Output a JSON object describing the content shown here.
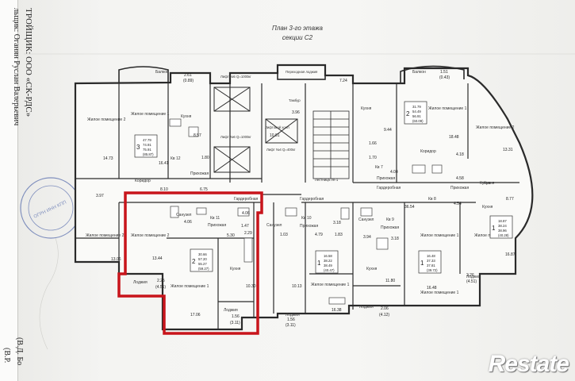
{
  "header": {
    "title_line1": "План 3-го этажа",
    "title_line2": "секции С2"
  },
  "margin_text": {
    "line1": "ТРОЙЩИК: ООО «СК-РДС»",
    "line2": "льщик: Оганян Руслан Валерьевич",
    "line3": "(В.Д. Бо",
    "line4": "(В.Р."
  },
  "watermark": {
    "logo": "Restate"
  },
  "rooms": {
    "r1": "Жилое помещение 2",
    "r2": "Жилое помещение 1",
    "r3": "Кухня",
    "r4": "Балкон",
    "r5": "Лифт №5 Q=1000кг",
    "r6": "Лифт №6 Q=1000кг",
    "r7": "Лифтовой холл",
    "r8": "Лифт №4 Q=400кг",
    "r9": "Тамбур",
    "r10": "Переходная лоджия",
    "r11": "Лестница ЛК-1",
    "r12": "Балкон",
    "r13": "Кухня",
    "r14": "Жилое помещение 1",
    "r15": "Жилое помещение 2",
    "r16": "Коридор",
    "r17": "Кухня",
    "r18": "Кв 12",
    "r19": "Прихожая",
    "r20": "Коридор",
    "r21": "Гардеробная",
    "r22": "Гардеробная",
    "r23": "Кв 7",
    "r24": "Прихожая",
    "r25": "Гардеробная",
    "r26": "Кв 8",
    "r27": "Прихожая",
    "r28": "Кухня",
    "r29": "Жилое помещение 2",
    "r30": "Санузел",
    "r31": "Кв 11",
    "r32": "Прихожая",
    "r33": "Жилое помещение 2",
    "r34": "Лоджия",
    "r35": "Жилое помещение 1",
    "r36": "Кухня",
    "r37": "Лоджия",
    "r38": "Санузел",
    "r39": "Кв 10",
    "r40": "Прихожая",
    "r41": "Жилое помещение 1",
    "r42": "Кухня",
    "r43": "Лоджия",
    "r44": "Санузел",
    "r45": "Кв 9",
    "r46": "Прихожая",
    "r47": "Жилое помещение 1",
    "r48": "Лоджия",
    "r49": "Жилое помещение 1",
    "r50": "Жилое помещение 1",
    "r51": "Лоджия",
    "r52": "Кухня"
  },
  "areas": {
    "a1": "2.61",
    "a2": "(0.89)",
    "a3": "7.24",
    "a4": "1.51",
    "a5": "(0.43)",
    "a6": "14.73",
    "a7": "16.41",
    "a8": "8.57",
    "a9": "1.80",
    "a10": "3.96",
    "a11": "10.01",
    "a12": "9.44",
    "a13": "18.48",
    "a14": "13.31",
    "a15": "1.66",
    "a16": "1.70",
    "a17": "4.04",
    "a18": "3.18",
    "a19": "4.18",
    "a20": "4.58",
    "a21": "8.77",
    "a22": "6.75",
    "a23": "8.10",
    "a24": "3.97",
    "a25": "36.54",
    "a26": "4.54",
    "a27": "4.06",
    "a28": "1.47",
    "a29": "13.06",
    "a30": "13.44",
    "a31": "5.30",
    "a32": "4.06",
    "a33": "4.79",
    "a34": "1.83",
    "a35": "3.94",
    "a36": "3.18",
    "a37": "16.87",
    "a38": "2.25",
    "a39": "(4.51)",
    "a40": "10.30",
    "a41": "10.13",
    "a42": "11.80",
    "a43": "16.48",
    "a44": "2.26",
    "a45": "(4.51)",
    "a46": "17.06",
    "a47": "1.56",
    "a48": "(3.11)",
    "a49": "16.38",
    "a50": "2.06",
    "a51": "(4.12)",
    "a52": "1.56",
    "a53": "(3.11)",
    "a54": "1.03",
    "a55": "2.29"
  },
  "unit_tags": {
    "t1": {
      "num": "3",
      "vals": [
        "47.79",
        "74.91",
        "75.91",
        "(85.87)"
      ]
    },
    "t2": {
      "num": "2",
      "vals": [
        "31.79",
        "54.49",
        "56.91",
        "(60.09)"
      ]
    },
    "t3": {
      "num": "2",
      "vals": [
        "30.66",
        "57.20",
        "55.27",
        "(59.27)"
      ]
    },
    "t4": {
      "num": "1",
      "vals": [
        "16.58",
        "38.22",
        "38.49",
        "(40.47)"
      ]
    },
    "t5": {
      "num": "1",
      "vals": [
        "16.48",
        "37.33",
        "37.81",
        "(39.72)"
      ]
    },
    "t6": {
      "num": "1",
      "vals": [
        "18.87",
        "38.24",
        "38.96",
        "(40.28)"
      ]
    }
  },
  "colors": {
    "highlight": "#c8141b",
    "wall": "#2a2a2a",
    "stamp": "#5a6fae"
  }
}
